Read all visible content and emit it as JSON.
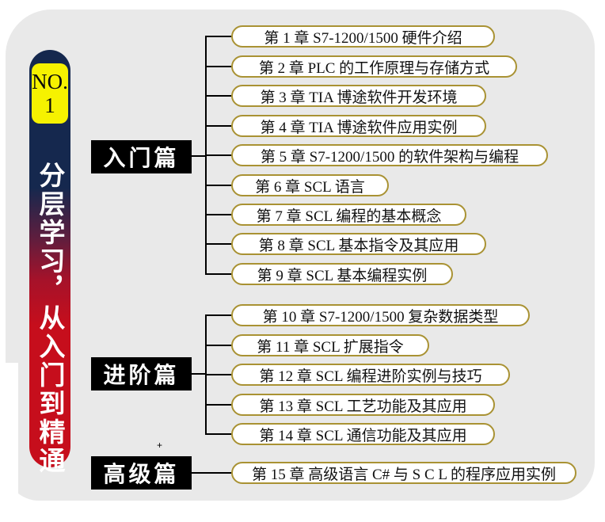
{
  "colors": {
    "card_bg": "#e9e9e9",
    "ribbon_navy": "#15284e",
    "ribbon_red": "#c60e1c",
    "badge_bg": "#f6f200",
    "pill_border": "#a99233",
    "category_bg": "#000000",
    "line_color": "#000000"
  },
  "ribbon": {
    "badge_prefix": "NO.",
    "badge_number": "1",
    "slogan": "分层学习，从入门到精通"
  },
  "groups": [
    {
      "label": "入门篇",
      "chapters": [
        "第 1 章 S7-1200/1500 硬件介绍",
        "第 2 章 PLC 的工作原理与存储方式",
        "第 3 章 TIA 博途软件开发环境",
        "第 4 章 TIA 博途软件应用实例",
        "第 5 章 S7-1200/1500 的软件架构与编程",
        "第 6 章 SCL 语言",
        "第 7 章 SCL 编程的基本概念",
        "第 8 章 SCL 基本指令及其应用",
        "第 9 章 SCL 基本编程实例"
      ]
    },
    {
      "label": "进阶篇",
      "chapters": [
        "第 10 章 S7-1200/1500 复杂数据类型",
        "第 11 章 SCL 扩展指令",
        "第 12 章 SCL 编程进阶实例与技巧",
        "第 13 章 SCL 工艺功能及其应用",
        "第 14 章 SCL 通信功能及其应用"
      ]
    },
    {
      "label": "高级篇",
      "chapters": [
        "第 15 章 高级语言 C# 与 S C L 的程序应用实例"
      ]
    }
  ],
  "stray_mark": "+"
}
